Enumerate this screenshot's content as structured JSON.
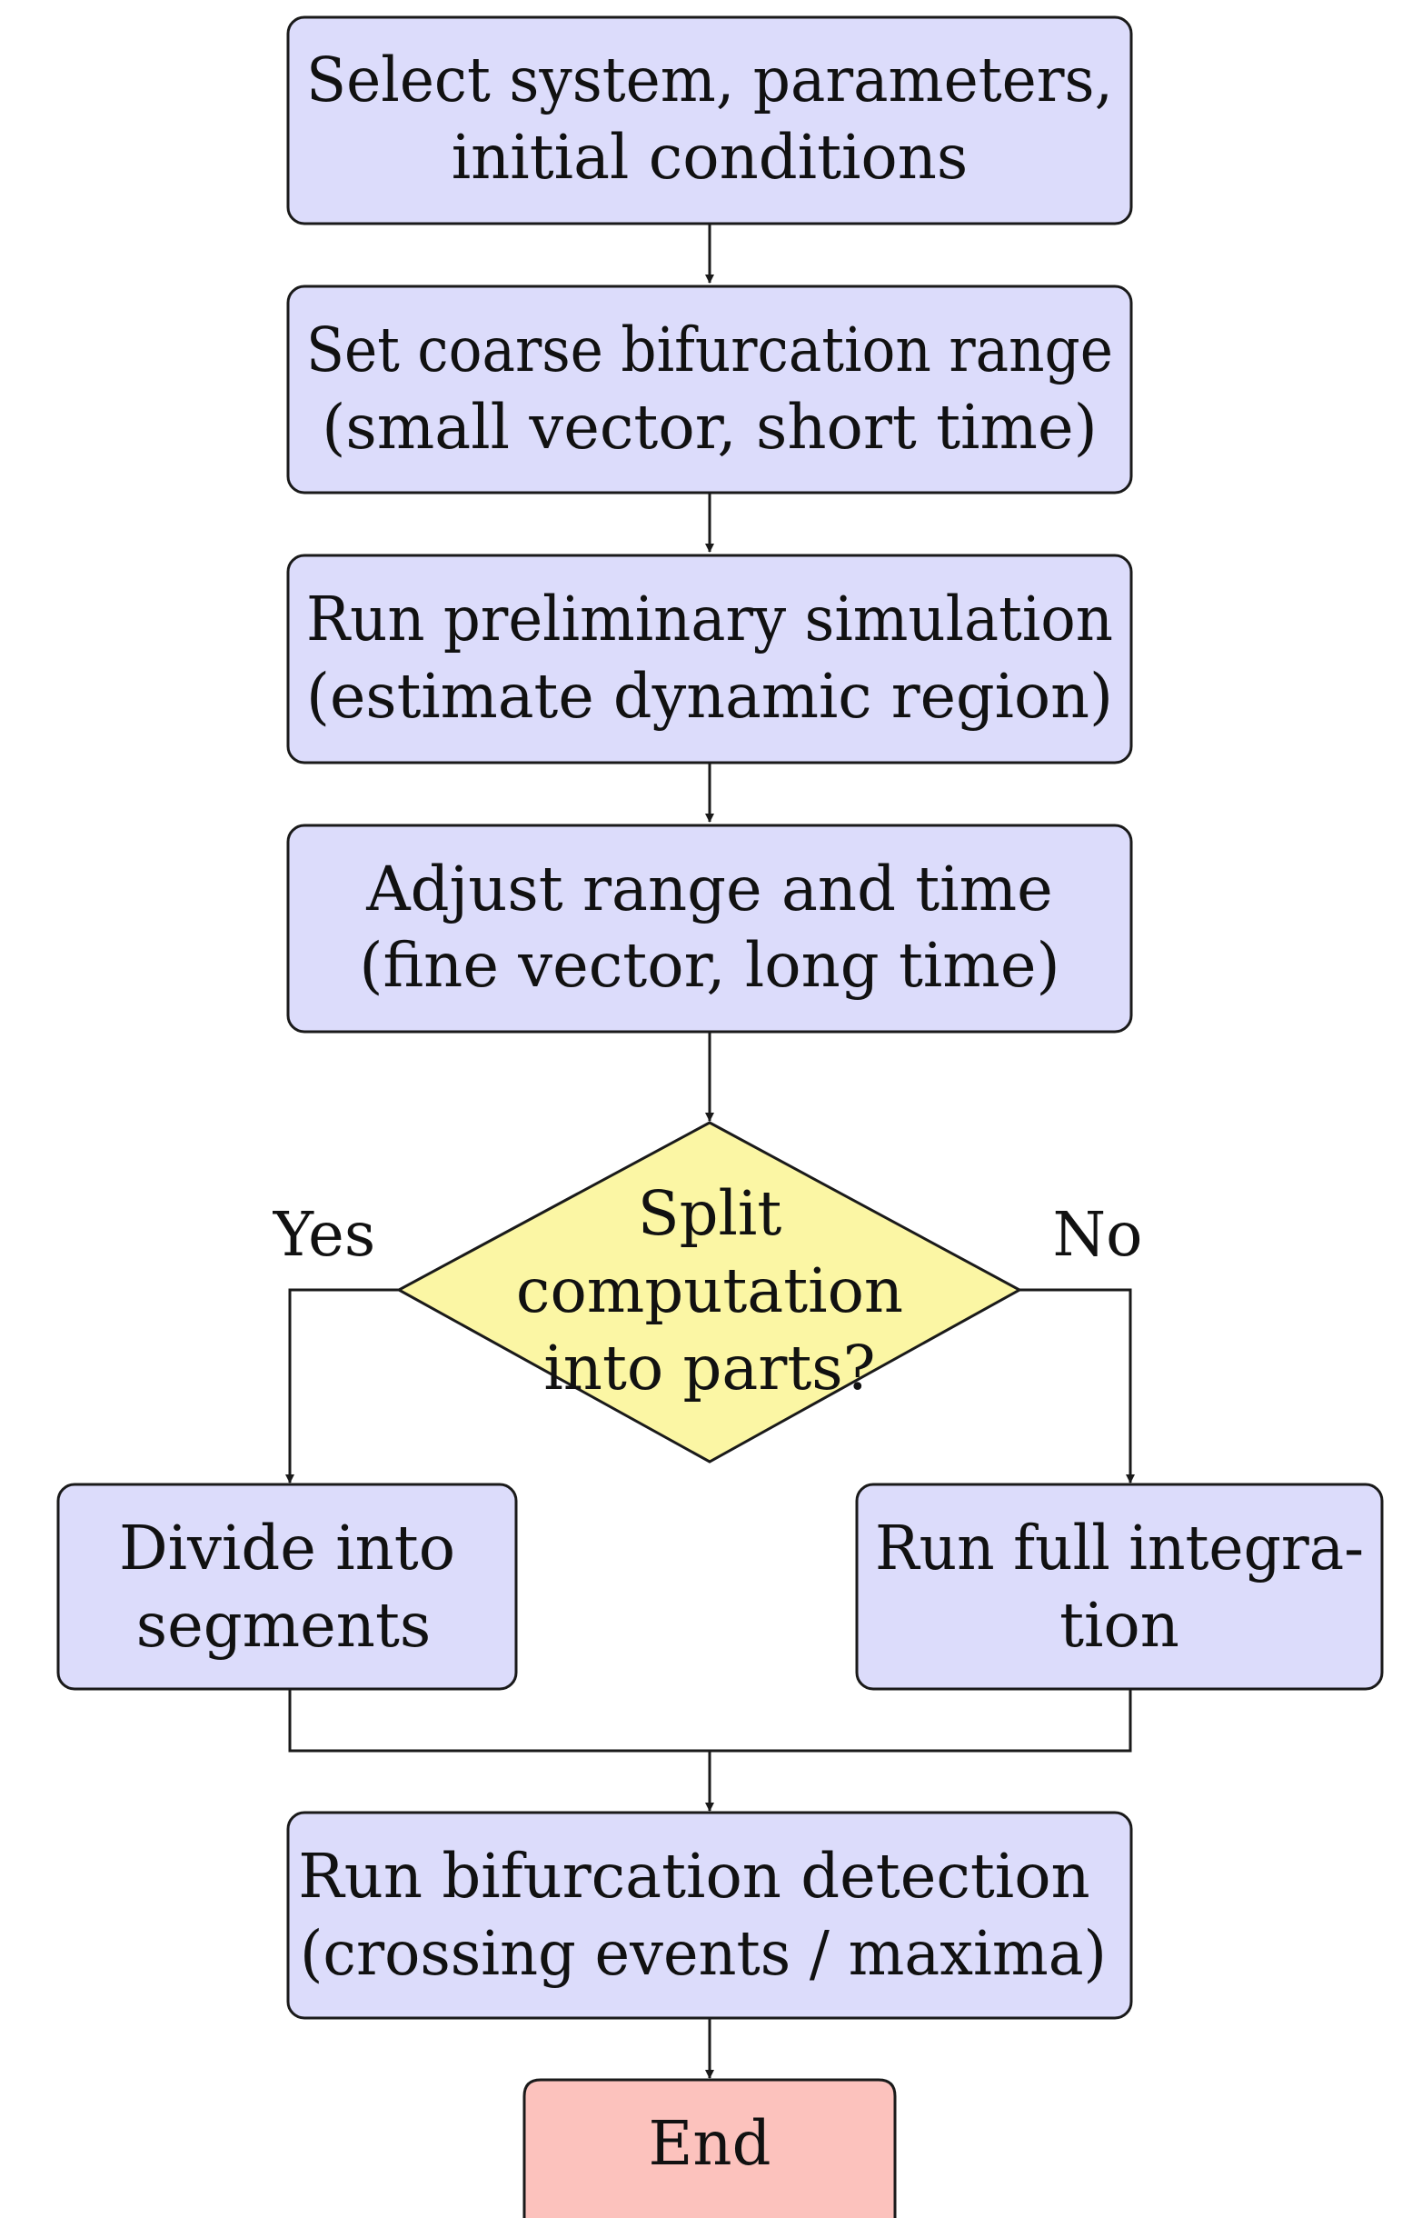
{
  "nodes": {
    "select": {
      "line1": "Select system, parameters,",
      "line2": "initial conditions"
    },
    "coarse": {
      "line1": "Set coarse bifurcation range",
      "line2": "(small vector, short time)"
    },
    "preliminary": {
      "line1": "Run preliminary simulation",
      "line2": "(estimate dynamic region)"
    },
    "adjust": {
      "line1": "Adjust range and time",
      "line2": "(fine vector, long time)"
    },
    "decision": {
      "line1": "Split",
      "line2": "computation",
      "line3": "into parts?"
    },
    "divide": {
      "line1": "Divide into",
      "line2": "segments"
    },
    "full": {
      "line1": "Run full integra-",
      "line2": "tion"
    },
    "detect": {
      "line1": "Run bifurcation detection",
      "line2": "(crossing events / maxima)"
    },
    "end": {
      "line1": "End"
    }
  },
  "edge_labels": {
    "yes": "Yes",
    "no": "No"
  },
  "colors": {
    "process_fill": "#dcdcfb",
    "decision_fill": "#fbf6a4",
    "end_fill": "#fcc2bd",
    "stroke": "#1a1a1a"
  }
}
